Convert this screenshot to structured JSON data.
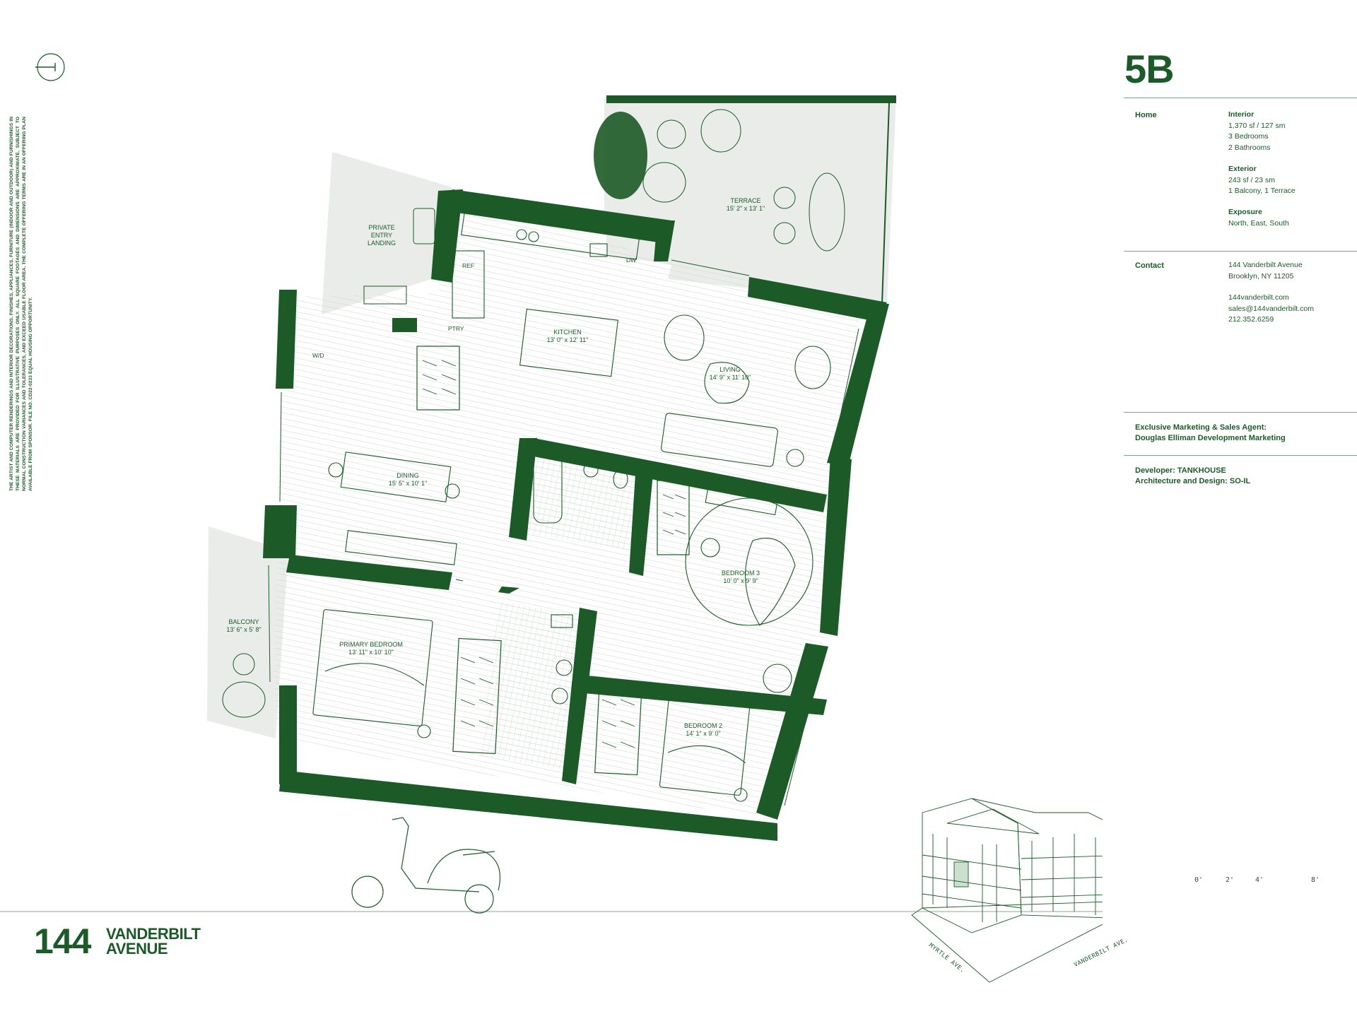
{
  "unit": {
    "name": "5B"
  },
  "disclaimer": "THE ARTIST AND COMPUTER RENDERINGS AND INTERIOR DECORATIONS, FINISHES, APPLIANCES, FURNITURE (INDOOR AND OUTDOOR) AND FURNISHINGS IN THESE MATERIALS ARE PROVIDED FOR ILLUSTRATIVE PURPOSES ONLY. ALL SQUARE FOOTAGES AND DIMENSIONS ARE APPROXIMATE, SUBJECT TO NORMAL CONSTRUCTION VARIANCES AND TOLERANCES, AND EXCEED USABLE FLOOR AREA. THE COMPLETE OFFERING TERMS ARE IN AN OFFERING PLAN AVAILABLE FROM SPONSOR. FILE NO. CD22-0233 EQUAL HOUSING OPPORTUNITY.",
  "info": {
    "home_label": "Home",
    "interior_label": "Interior",
    "interior_lines": [
      "1,370 sf  / 127 sm",
      "3 Bedrooms",
      "2 Bathrooms"
    ],
    "exterior_label": "Exterior",
    "exterior_lines": [
      "243 sf / 23 sm",
      "1 Balcony, 1 Terrace"
    ],
    "exposure_label": "Exposure",
    "exposure_value": "North, East, South",
    "contact_label": "Contact",
    "address_lines": [
      "144 Vanderbilt Avenue",
      "Brooklyn, NY 11205"
    ],
    "contact_lines": [
      "144vanderbilt.com",
      "sales@144vanderbilt.com",
      "212.352.6259"
    ],
    "agent_lines": [
      "Exclusive Marketing & Sales Agent:",
      "Douglas Elliman Development Marketing"
    ],
    "developer_lines": [
      "Developer: TANKHOUSE",
      "Architecture and Design: SO-IL"
    ]
  },
  "rooms": {
    "terrace": [
      "TERRACE",
      "15' 2\" x 13' 1\""
    ],
    "entry": [
      "PRIVATE",
      "ENTRY",
      "LANDING"
    ],
    "kitchen": [
      "KITCHEN",
      "13' 0\" x 12' 11\""
    ],
    "living": [
      "LIVING",
      "14' 9\" x 11' 10\""
    ],
    "dining": [
      "DINING",
      "15' 5\" x 10' 1\""
    ],
    "bedroom3": [
      "BEDROOM 3",
      "10' 0\" x 9' 9\""
    ],
    "primary": [
      "PRIMARY BEDROOM",
      "13' 11\" x 10' 10\""
    ],
    "bedroom2": [
      "BEDROOM 2",
      "14' 1\" x 9' 0\""
    ],
    "balcony": [
      "BALCONY",
      "13' 6\" x 5' 8\""
    ]
  },
  "fixtures": {
    "ref": "REF",
    "dw": "DW",
    "ptry": "PTRY",
    "wd": "W/D"
  },
  "scale_labels": [
    "0'",
    "2'",
    "4'",
    "8'"
  ],
  "streets": {
    "myrtle": "MYRTLE AVE.",
    "vanderbilt": "VANDERBILT AVE."
  },
  "brand": {
    "number": "144",
    "line1": "VANDERBILT",
    "line2": "AVENUE"
  },
  "colors": {
    "accent": "#1c5a27",
    "outdoor": "#e9ece9",
    "floor_line": "#c9d3c9"
  }
}
